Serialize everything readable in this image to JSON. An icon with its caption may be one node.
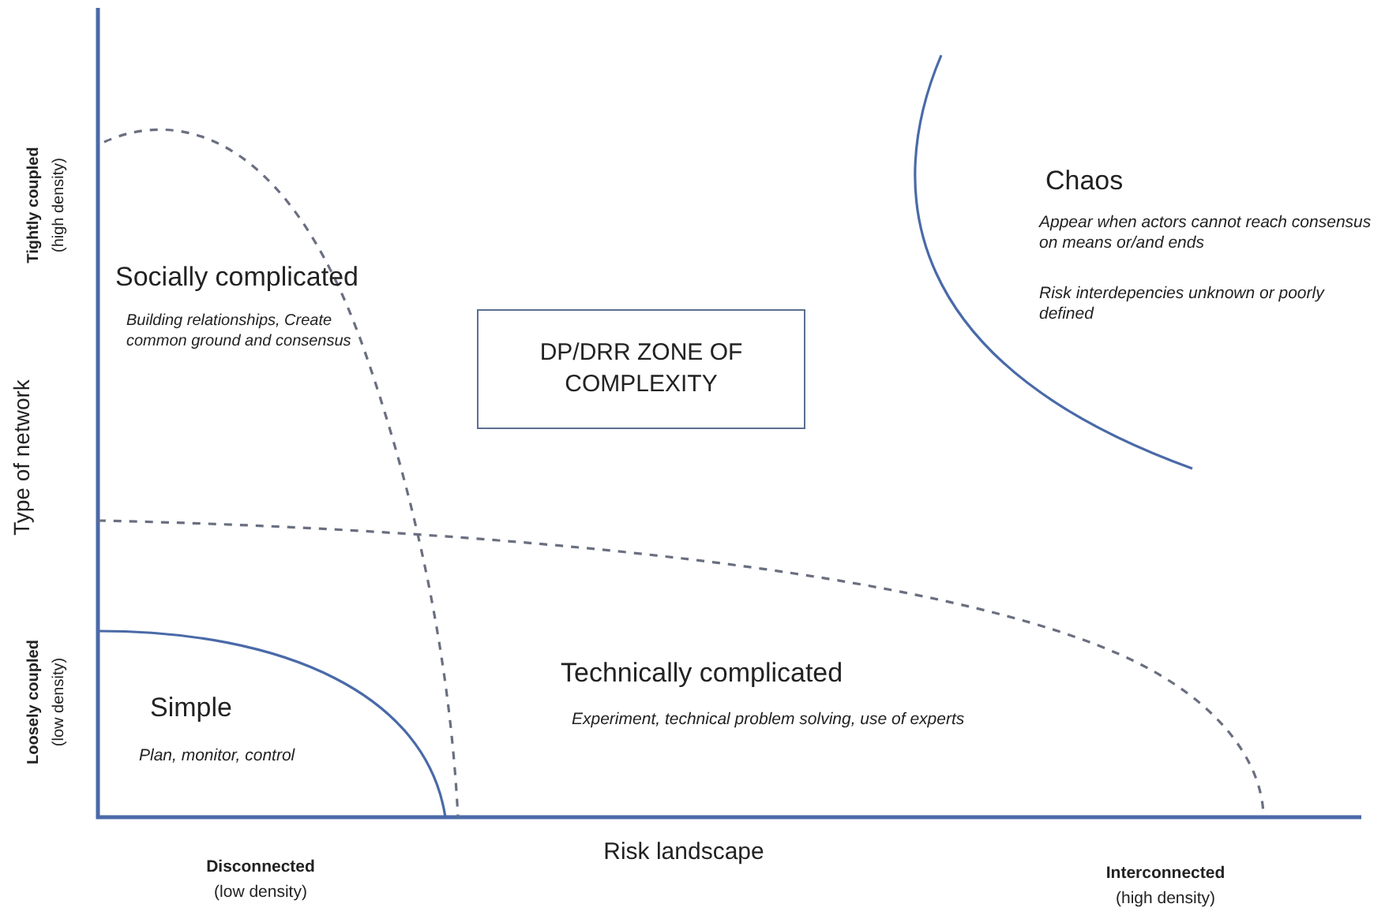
{
  "diagram": {
    "nodes": [
      {
        "text": [
          "DP/DRR ZONE OF COMPLEXITY"
        ]
      }
    ],
    "labels": [
      "Chaos",
      "Appear when actors cannot reach consensus on means or/and ends",
      "Risk interdepencies unknown or poorly defined",
      "Tightly coupled",
      "(high density)",
      "Socially complicated",
      "Building relationships, Create common ground and consensus",
      "Type of network",
      "Technically complicated",
      "Experiment, technical problem solving, use of experts",
      "Loosely coupled",
      "(low density)",
      "Simple",
      "Plan, monitor, control",
      "Risk landscape",
      "Disconnected",
      "(low density)",
      "Interconnected",
      "(high density)"
    ]
  }
}
